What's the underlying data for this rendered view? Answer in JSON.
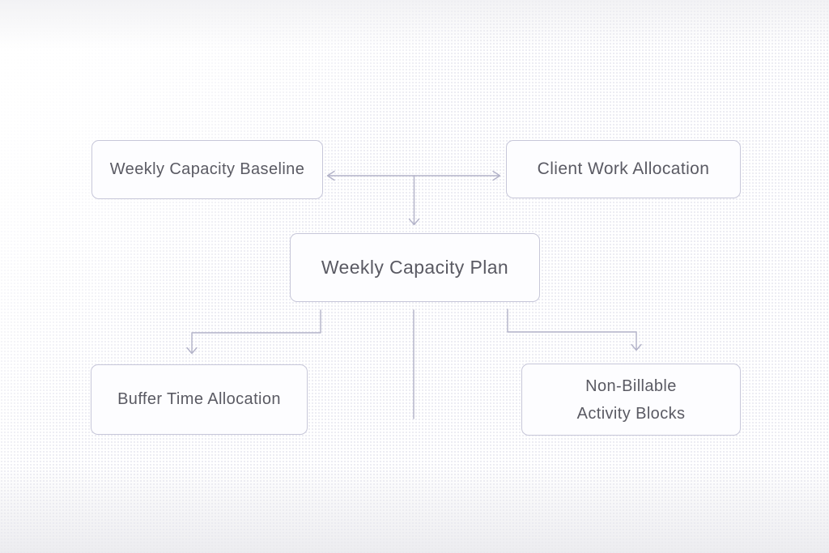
{
  "diagram": {
    "nodes": {
      "baseline": {
        "label": "Weekly Capacity Baseline"
      },
      "client_work": {
        "label": "Client Work Allocation"
      },
      "plan": {
        "label": "Weekly Capacity Plan"
      },
      "buffer": {
        "label": "Buffer Time Allocation"
      },
      "non_billable": {
        "line1": "Non-Billable",
        "line2": "Activity Blocks"
      }
    },
    "edges": [
      {
        "from": "Weekly Capacity Baseline",
        "to": "Client Work Allocation",
        "style": "double-headed-arrow"
      },
      {
        "from": "midpoint of baseline-allocation arrow",
        "to": "Weekly Capacity Plan",
        "style": "arrow-down"
      },
      {
        "from": "Weekly Capacity Plan",
        "to": "Buffer Time Allocation",
        "style": "elbow-arrow-down-left"
      },
      {
        "from": "Weekly Capacity Plan",
        "to": "Non-Billable Activity Blocks",
        "style": "elbow-arrow-down-right"
      },
      {
        "from": "Weekly Capacity Plan",
        "to": "",
        "style": "open-vertical-line-no-arrowhead"
      }
    ],
    "colors": {
      "node_border": "#c7c7d9",
      "node_fill": "#fdfdff",
      "connector": "#b2b2c8",
      "text": "#5a5a63",
      "dot_grid": "#e8e8f0",
      "background": "#ffffff"
    }
  }
}
